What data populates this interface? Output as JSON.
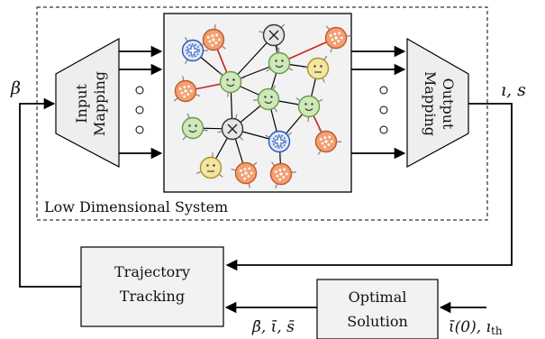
{
  "diagram": {
    "input_mapping": {
      "line1": "Input",
      "line2": "Mapping"
    },
    "output_mapping": {
      "line1": "Output",
      "line2": "Mapping"
    },
    "system_label": "Low Dimensional System",
    "trajectory_tracking": {
      "line1": "Trajectory",
      "line2": "Tracking"
    },
    "optimal_solution": {
      "line1": "Optimal",
      "line2": "Solution"
    },
    "input_signal": "β",
    "output_signal": "ı, s",
    "reference_signal": "β̄, ῑ, s̄",
    "initial_condition": "ῑ(0), ı",
    "initial_condition_sub": "th"
  },
  "network": {
    "node_types": {
      "healthy": {
        "fill": "#cfe8b8",
        "stroke": "#6a9a4a",
        "meaning": "smiley-face"
      },
      "exposed": {
        "fill": "#f3e6a0",
        "stroke": "#a8932a",
        "meaning": "neutral-face"
      },
      "infected": {
        "fill": "#f2a072",
        "stroke": "#c0592a",
        "meaning": "dotted-orange"
      },
      "recovered": {
        "fill": "#dfe8f7",
        "stroke": "#2b52b5",
        "meaning": "plus-shield"
      },
      "removed": {
        "fill": "#e6e6e6",
        "stroke": "#333333",
        "meaning": "cross"
      }
    },
    "red_edge_color": "#cc2222"
  }
}
